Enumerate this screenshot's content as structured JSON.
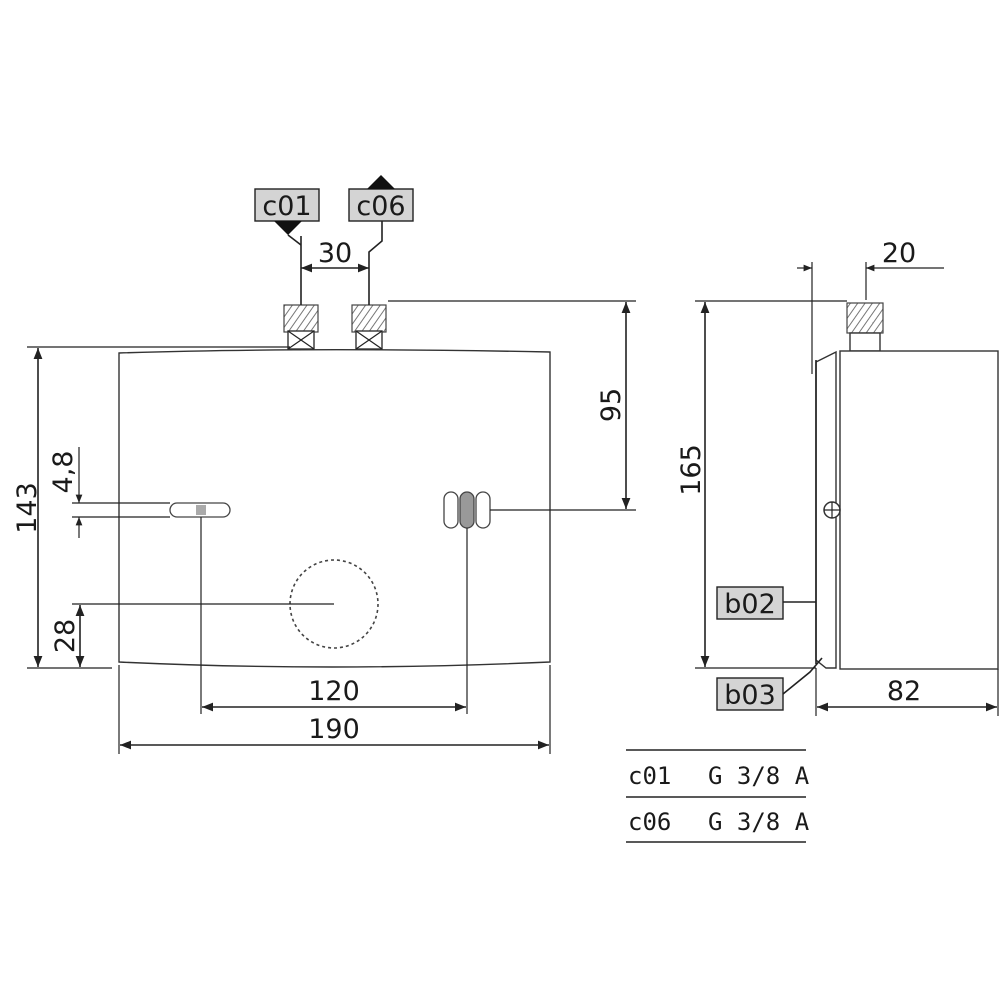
{
  "labels": {
    "c01": "c01",
    "c06": "c06",
    "b02": "b02",
    "b03": "b03"
  },
  "dimensions": {
    "connection_spacing": "30",
    "top_to_mount": "95",
    "mount_hole": "4,8",
    "overall_height": "143",
    "bottom_offset": "28",
    "hole_spacing": "120",
    "overall_width": "190",
    "side_height": "165",
    "side_connection_offset": "20",
    "depth": "82"
  },
  "table": [
    {
      "code": "c01",
      "spec": "G 3/8 A"
    },
    {
      "code": "c06",
      "spec": "G 3/8 A"
    }
  ]
}
